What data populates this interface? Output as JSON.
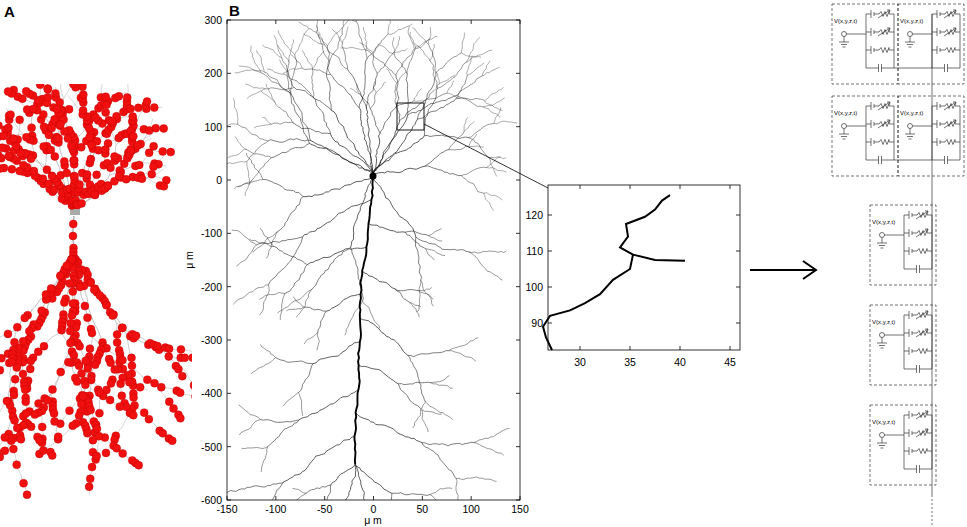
{
  "diagram": {
    "labels": [
      "A",
      "B",
      "300",
      "200",
      "100",
      "0",
      "-100",
      "-200",
      "-300",
      "-400",
      "-500",
      "-600",
      "-150",
      "-100",
      "-50",
      "0",
      "50",
      "100",
      "150",
      "μ m",
      "μ m",
      "120",
      "110",
      "100",
      "90",
      "30",
      "35",
      "40",
      "45",
      "V(x,y,z,t)",
      "V(x,y,z,t)",
      "V(x,y,z,t)",
      "V(x,y,z,t)",
      "V(x,y,z,t)",
      "V(x,y,z,t)",
      "V(x,y,z,t)"
    ]
  }
}
